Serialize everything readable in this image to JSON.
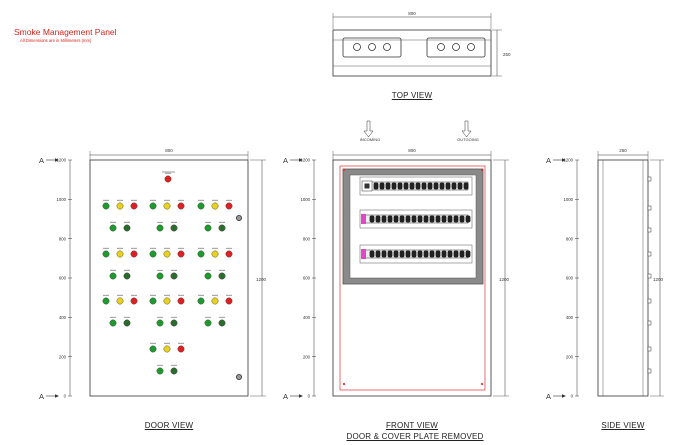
{
  "title": "Smoke Management Panel",
  "subtitle": "All Dimensions are in Millimeters (mm)",
  "views": {
    "top": "TOP VIEW",
    "door": "DOOR VIEW",
    "front": "FRONT VIEW",
    "front_sub": "DOOR & COVER PLATE REMOVED",
    "side": "SIDE VIEW"
  },
  "dimensions": {
    "width": "800",
    "depth": "250",
    "height": "1200",
    "top_depth": "250"
  },
  "section_marker": "A",
  "height_ticks": [
    "1200",
    "1000",
    "800",
    "600",
    "400",
    "200",
    "0"
  ],
  "cable_labels": {
    "incoming": "INCOMING",
    "outgoing": "OUTGOING"
  },
  "colors": {
    "line": "#333333",
    "red_lamp": "#e02020",
    "green_lamp": "#1e9a2e",
    "yellow_lamp": "#e8d21a",
    "dark_lamp": "#2b6b2b",
    "front_outline": "#e03030",
    "mounting_plate": "#8a8a8a",
    "terminal_marker": "#e048c8"
  }
}
